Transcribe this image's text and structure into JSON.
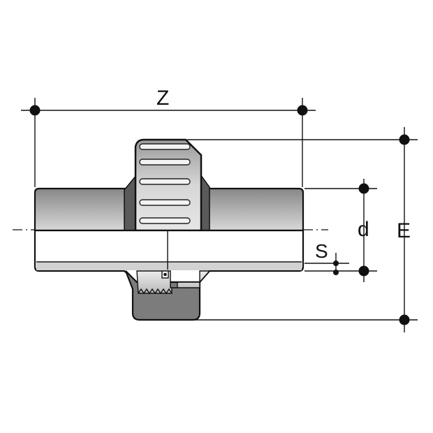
{
  "diagram": {
    "labels": {
      "z": "Z",
      "d": "d",
      "e": "E",
      "s": "S"
    },
    "colors": {
      "line": "#111111",
      "body_top": "#8e8e8e",
      "body_bottom": "#ffffff",
      "nut_light": "#c8c8c8",
      "ring_dark": "#5a5a5a",
      "thread": "#7c7c7c",
      "background": "#ffffff"
    }
  }
}
